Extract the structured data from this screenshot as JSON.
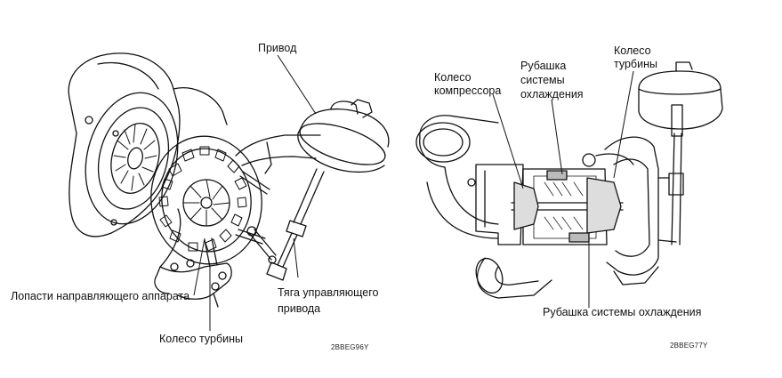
{
  "left_figure": {
    "labels": {
      "actuator": "Привод",
      "guide_vanes": "Лопасти направляющего аппарата",
      "control_rod_line1": "Тяга управляющего",
      "control_rod_line2": "привода",
      "turbine_wheel": "Колесо турбины"
    },
    "figure_code": "2BBEG96Y"
  },
  "right_figure": {
    "labels": {
      "compressor_wheel_line1": "Колесо",
      "compressor_wheel_line2": "компрессора",
      "cooling_jacket_top_line1": "Рубашка",
      "cooling_jacket_top_line2": "системы",
      "cooling_jacket_top_line3": "охлаждения",
      "turbine_wheel_line1": "Колесо",
      "turbine_wheel_line2": "турбины",
      "cooling_jacket_bottom": "Рубашка системы охлаждения"
    },
    "figure_code": "2BBEG77Y"
  }
}
